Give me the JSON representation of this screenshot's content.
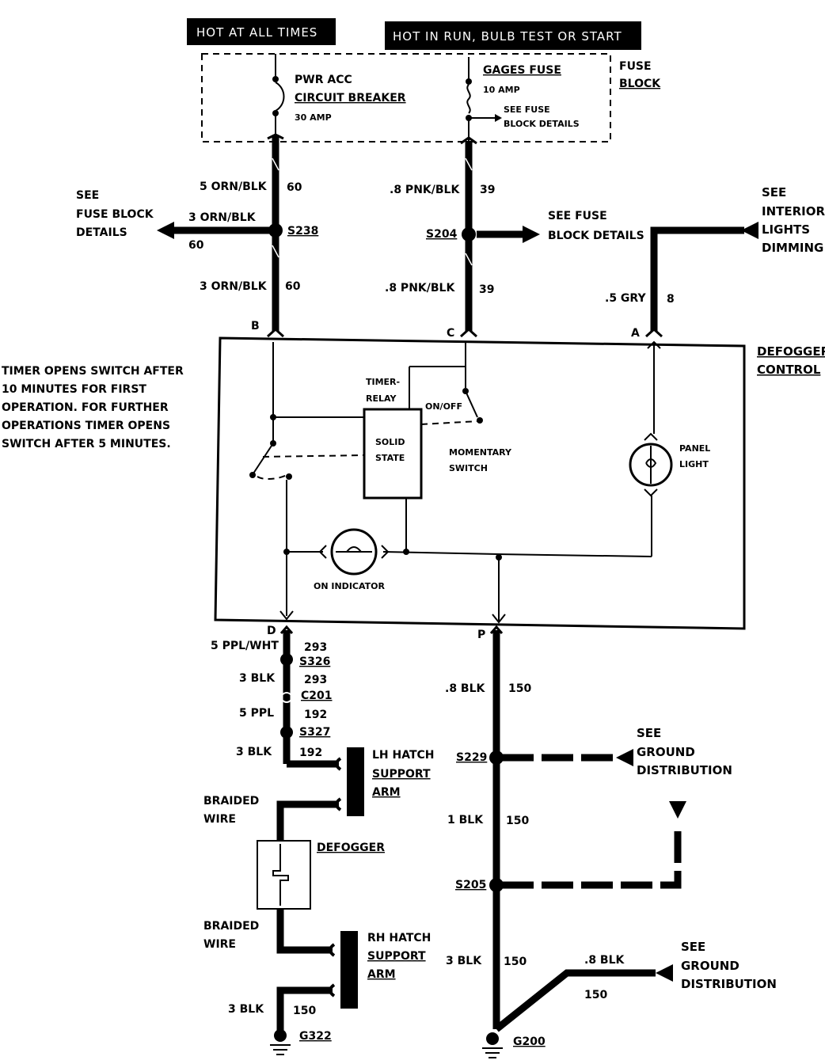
{
  "headers": {
    "hot_all_times": "HOT AT ALL TIMES",
    "hot_in_run": "HOT IN RUN,  BULB TEST OR START"
  },
  "fuse_block": {
    "label_1": "FUSE",
    "label_2": "BLOCK",
    "breaker_name_1": "PWR ACC",
    "breaker_name_2": "CIRCUIT BREAKER",
    "breaker_rating": "30 AMP",
    "gages_fuse": "GAGES FUSE",
    "gages_rating": "10 AMP",
    "see_fuse_1": "SEE FUSE",
    "see_fuse_2": "BLOCK DETAILS"
  },
  "left_branch": {
    "see": "SEE",
    "line2": "FUSE BLOCK",
    "line3": "DETAILS",
    "wire": "3 ORN/BLK",
    "circuit": "60"
  },
  "wires": {
    "b_upper": "5 ORN/BLK",
    "b_upper_num": "60",
    "splice_s238": "S238",
    "b_lower": "3 ORN/BLK",
    "b_lower_num": "60",
    "c_upper": ".8 PNK/BLK",
    "c_upper_num": "39",
    "splice_s204": "S204",
    "c_lower": ".8 PNK/BLK",
    "c_lower_num": "39",
    "a_wire": ".5 GRY",
    "a_num": "8",
    "see_fuse_1": "SEE FUSE",
    "see_fuse_2": "BLOCK DETAILS"
  },
  "interior_lights": {
    "l1": "SEE",
    "l2": "INTERIOR",
    "l3": "LIGHTS",
    "l4": "DIMMING"
  },
  "terminals": {
    "b": "B",
    "c": "C",
    "a": "A",
    "d": "D",
    "p": "P"
  },
  "defogger_control": {
    "l1": "DEFOGGER",
    "l2": "CONTROL"
  },
  "note": {
    "l1": "TIMER OPENS SWITCH AFTER",
    "l2": "10 MINUTES FOR FIRST",
    "l3": "OPERATION. FOR FURTHER",
    "l4": "OPERATIONS TIMER OPENS",
    "l5": "SWITCH AFTER 5 MINUTES."
  },
  "internal": {
    "timer_1": "TIMER-",
    "timer_2": "RELAY",
    "on_off": "ON/OFF",
    "solid_1": "SOLID",
    "solid_2": "STATE",
    "momentary_1": "MOMENTARY",
    "momentary_2": "SWITCH",
    "panel_1": "PANEL",
    "panel_2": "LIGHT",
    "on_indicator": "ON INDICATOR"
  },
  "lower_left": {
    "w1": "5 PPL/WHT",
    "w1_num": "293",
    "s326": "S326",
    "w2": "3 BLK",
    "w2_num": "293",
    "c201": "C201",
    "w3": "5 PPL",
    "w3_num": "192",
    "s327": "S327",
    "w4": "3 BLK",
    "w4_num": "192",
    "lh_1": "LH HATCH",
    "lh_2": "SUPPORT",
    "lh_3": "ARM",
    "braided_1a": "BRAIDED",
    "braided_1b": "WIRE",
    "defogger": "DEFOGGER",
    "braided_2a": "BRAIDED",
    "braided_2b": "WIRE",
    "rh_1": "RH HATCH",
    "rh_2": "SUPPORT",
    "rh_3": "ARM",
    "w5": "3 BLK",
    "w5_num": "150",
    "g322": "G322"
  },
  "lower_right": {
    "w1": ".8 BLK",
    "w1_num": "150",
    "s229": "S229",
    "see_gd_1": "SEE",
    "see_gd_2": "GROUND",
    "see_gd_3": "DISTRIBUTION",
    "w2": "1 BLK",
    "w2_num": "150",
    "s205": "S205",
    "w3": "3 BLK",
    "w3_num": "150",
    "w4": ".8 BLK",
    "w4_num": "150",
    "see_gd2_1": "SEE",
    "see_gd2_2": "GROUND",
    "see_gd2_3": "DISTRIBUTION",
    "g200": "G200"
  }
}
